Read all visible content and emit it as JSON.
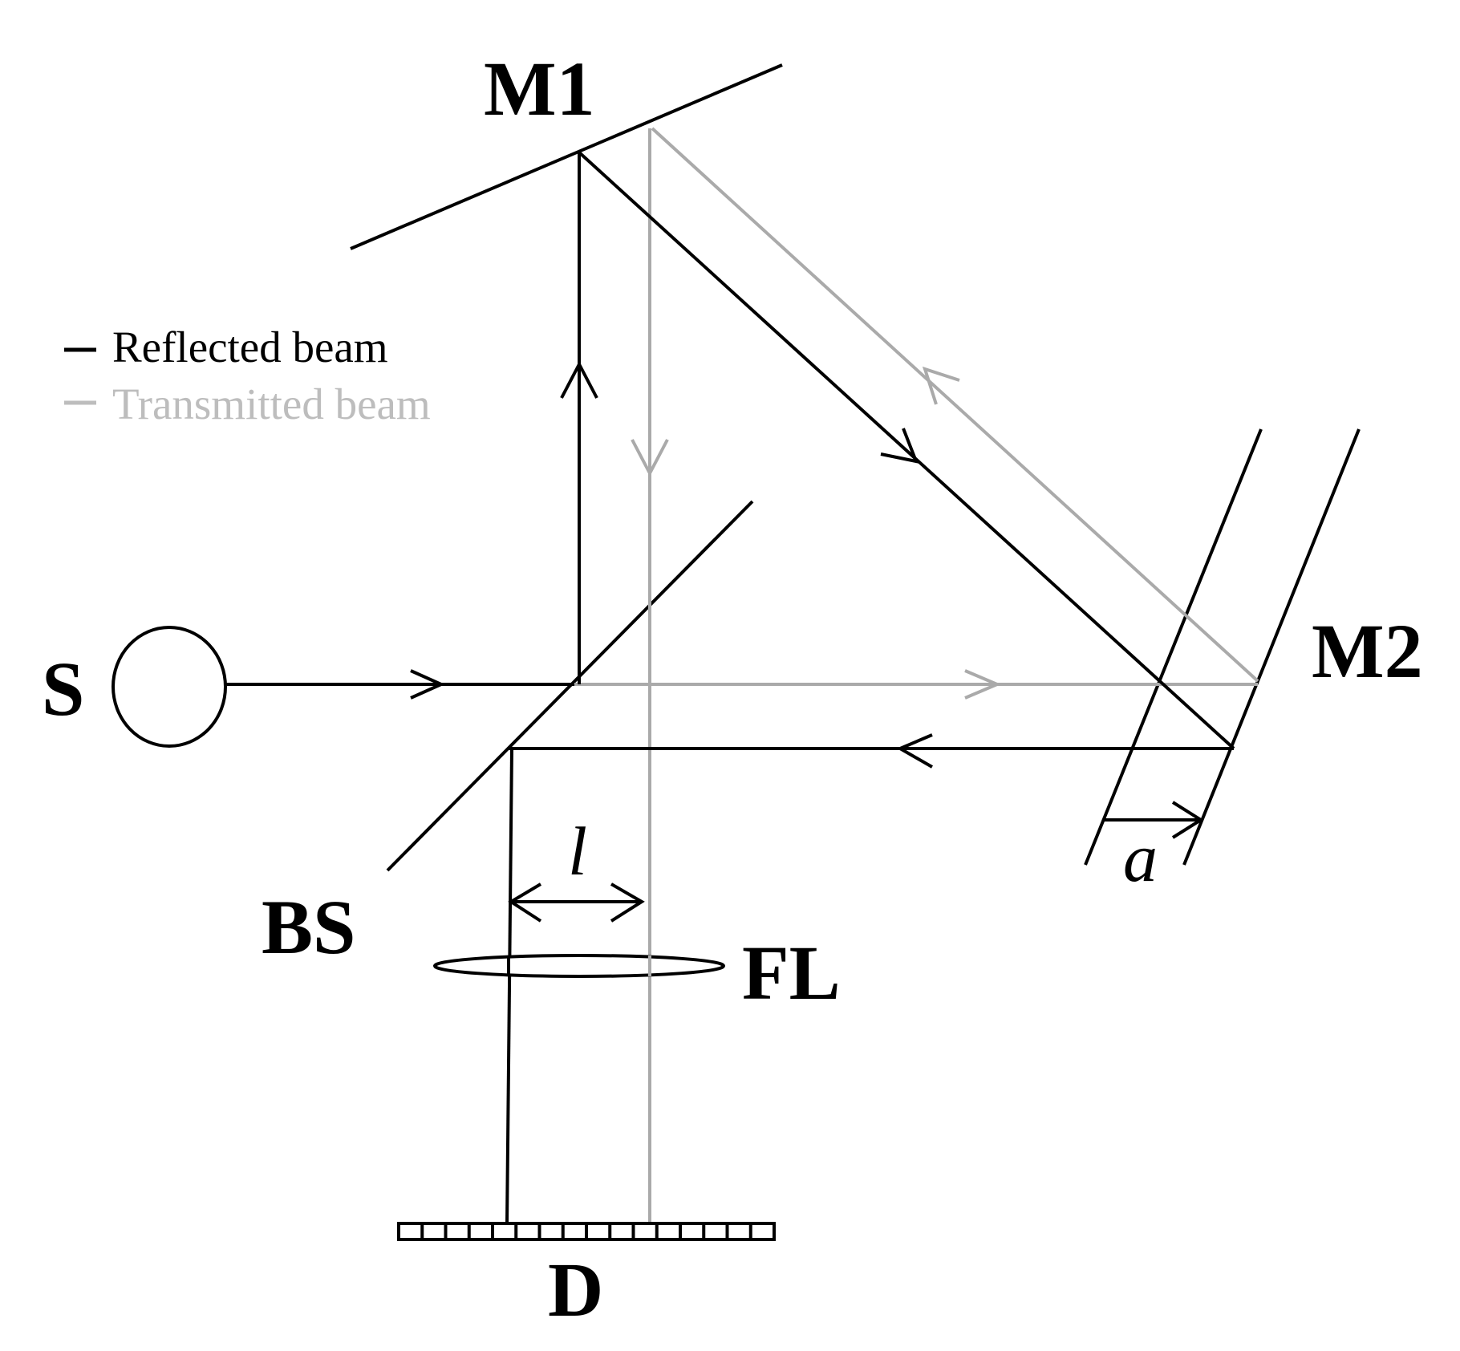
{
  "labels": {
    "m1": "M1",
    "m2": "M2",
    "source": "S",
    "beam_splitter": "BS",
    "lens": "FL",
    "detector": "D",
    "distance_l": "l",
    "distance_a": "a"
  },
  "legend": [
    {
      "text": "Reflected beam",
      "color": "#000000"
    },
    {
      "text": "Transmitted beam",
      "color": "#bdbdbd"
    }
  ],
  "colors": {
    "reflected": "#000000",
    "transmitted": "#aaaaaa",
    "background": "#ffffff"
  }
}
